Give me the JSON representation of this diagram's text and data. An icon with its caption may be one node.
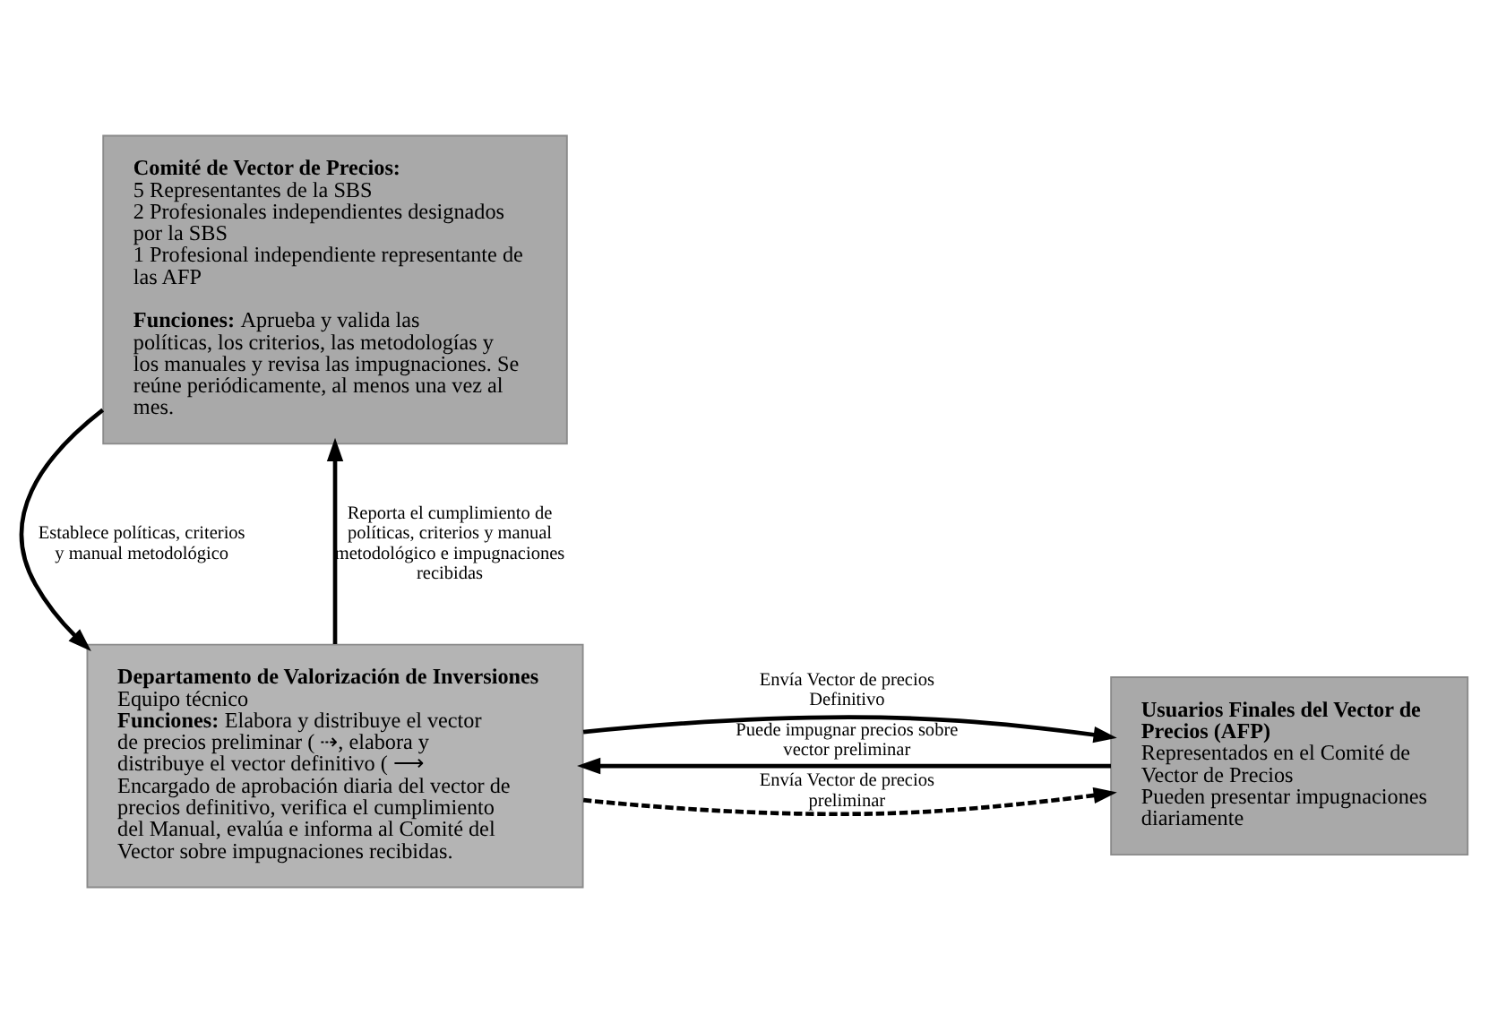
{
  "diagram": {
    "nodes": [
      {
        "text": [
          "Comité de Vector de Precios:",
          "5 Representantes de la SBS",
          "2 Profesionales independientes designados por la SBS",
          "1 Profesional independiente representante de las AFP",
          "**Funciones:** Aprueba y valida las políticas, los criterios, las metodologías y los manuales y revisa las impugnaciones. Se reúne periódicamente, al menos una vez al mes."
        ]
      },
      {
        "text": [
          "Departamento de Valorización de Inversiones",
          "Equipo técnico",
          "**Funciones:** Elabora y distribuye el vector de precios preliminar ( ⇢, elabora y distribuye el vector definitivo ( ⟶",
          "Encargado de aprobación diaria del vector de precios definitivo, verifica el cumplimiento del Manual, evalúa e informa al Comité del Vector sobre impugnaciones recibidas."
        ]
      },
      {
        "text": [
          "Usuarios Finales del Vector de Precios (AFP)",
          "Representados en el Comité de Vector de Precios",
          "Pueden presentar impugnaciones diariamente"
        ]
      }
    ],
    "edges": [
      {
        "from": 0,
        "to": 1,
        "arrow": "to",
        "label": "Establece políticas, criterios y manual metodológico"
      },
      {
        "from": 1,
        "to": 0,
        "arrow": "to",
        "label": "Reporta el cumplimiento de políticas, criterios y manual metodológico e impugnaciones recibidas"
      },
      {
        "from": 2,
        "to": 1,
        "arrow": "to",
        "label": "Puede impugnar precios sobre vector preliminar"
      },
      {
        "from": 1,
        "to": 2,
        "arrow": "to",
        "label": "Envía Vector de precios preliminar",
        "style": "dashed"
      },
      {
        "from": 1,
        "to": 2,
        "arrow": "to",
        "label": "Envía Vector de precios Definitivo"
      }
    ]
  }
}
